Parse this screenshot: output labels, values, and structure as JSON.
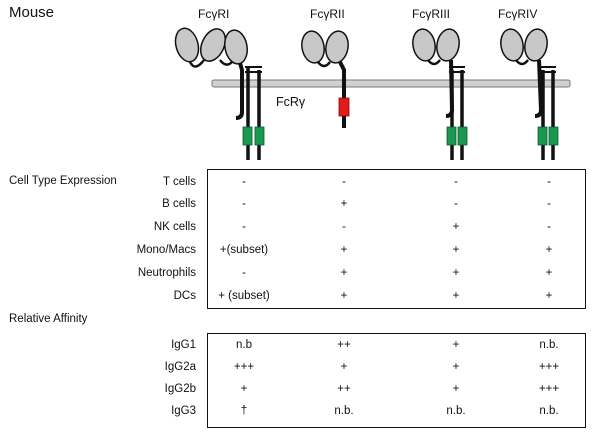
{
  "title": "Mouse",
  "receptors": [
    "FcγRI",
    "FcγRII",
    "FcγRIII",
    "FcγRIV"
  ],
  "fc_r_gamma_label": "FcRγ",
  "colors": {
    "itam": "#1a9850",
    "itim": "#e31a1c",
    "ig_domain": "#c8c8c8",
    "membrane": "#cccccc",
    "chain": "#111111"
  },
  "cell_type_expression": {
    "heading": "Cell Type Expression",
    "rows": [
      {
        "label": "T cells",
        "values": [
          "-",
          "-",
          "-",
          "-"
        ]
      },
      {
        "label": "B cells",
        "values": [
          "-",
          "+",
          "-",
          "-"
        ]
      },
      {
        "label": "NK cells",
        "values": [
          "-",
          "-",
          "+",
          "-"
        ]
      },
      {
        "label": "Mono/Macs",
        "values": [
          "+(subset)",
          "+",
          "+",
          "+"
        ]
      },
      {
        "label": "Neutrophils",
        "values": [
          "-",
          "+",
          "+",
          "+"
        ]
      },
      {
        "label": "DCs",
        "values": [
          "+ (subset)",
          "+",
          "+",
          "+"
        ]
      }
    ]
  },
  "relative_affinity": {
    "heading": "Relative Affinity",
    "rows": [
      {
        "label": "IgG1",
        "values": [
          "n.b",
          "++",
          "+",
          "n.b."
        ]
      },
      {
        "label": "IgG2a",
        "values": [
          "+++",
          "+",
          "+",
          "+++"
        ]
      },
      {
        "label": "IgG2b",
        "values": [
          "+",
          "++",
          "+",
          "+++"
        ]
      },
      {
        "label": "IgG3",
        "values": [
          "†",
          "n.b.",
          "n.b.",
          "n.b."
        ]
      }
    ]
  }
}
